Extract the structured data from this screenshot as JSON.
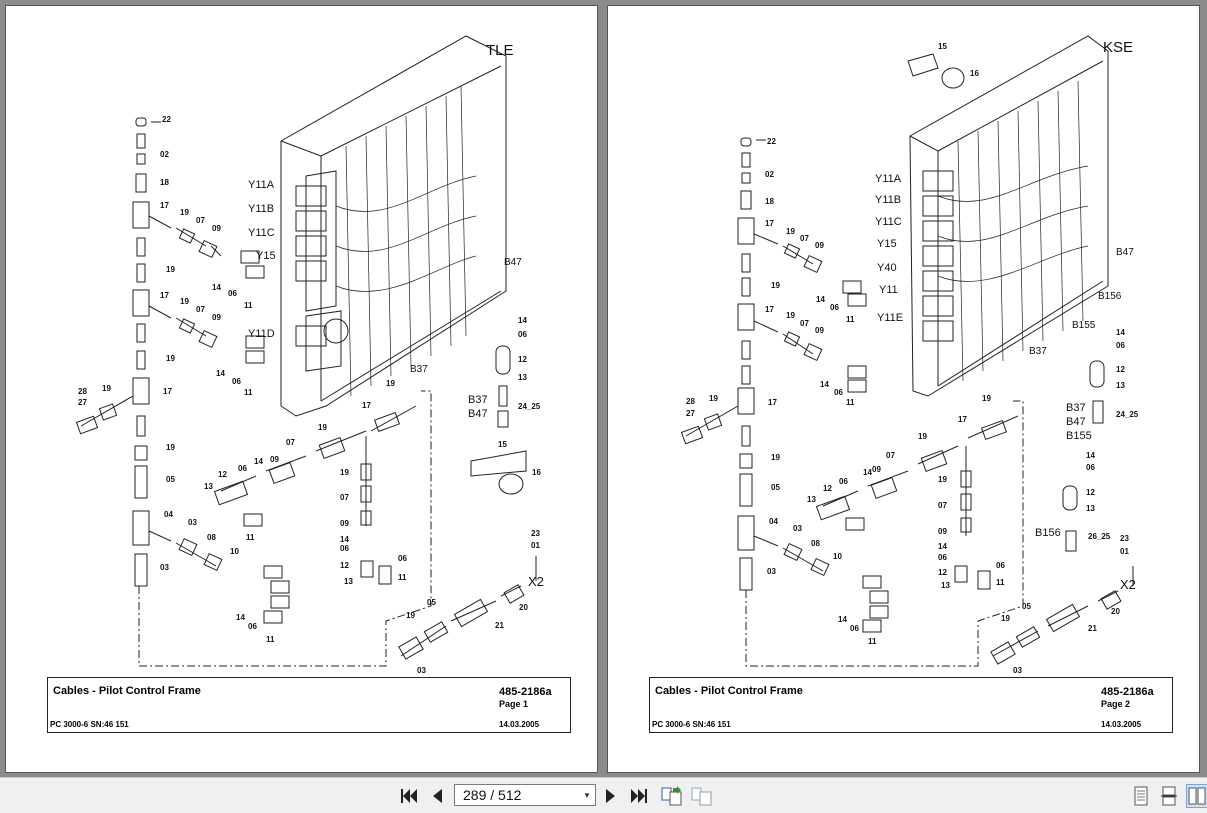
{
  "pages": [
    {
      "frame_label": "TLE",
      "valve_labels": [
        "Y11A",
        "Y11B",
        "Y11C",
        "Y15",
        "Y11D"
      ],
      "sensor_labels": [
        "B47",
        "B37"
      ],
      "callouts": {
        "c22": "22",
        "c02": "02",
        "c18": "18",
        "c17a": "17",
        "c19a": "19",
        "c07a": "07",
        "c09a": "09",
        "c19b": "19",
        "c14a": "14",
        "c06a": "06",
        "c11a": "11",
        "c17b": "17",
        "c19c": "19",
        "c07b": "07",
        "c09b": "09",
        "c19d": "19",
        "c14b": "14",
        "c06b": "06",
        "c11b": "11",
        "c28": "28",
        "c27": "27",
        "c19e": "19",
        "c17c": "17",
        "c19f": "19",
        "c05": "05",
        "c04": "04",
        "c03a": "03",
        "c03b": "03",
        "c08": "08",
        "c10": "10",
        "c14c": "14",
        "c06c": "06",
        "c11c": "11",
        "c12a": "12",
        "c13a": "13",
        "c06d": "06",
        "c14d": "14",
        "c11d": "11",
        "c09c": "09",
        "c07c": "07",
        "c19g": "19",
        "c17d": "17",
        "c19h": "19",
        "c19i": "19",
        "c07d": "07",
        "c09d": "09",
        "c14e": "14",
        "c06e": "06",
        "c12b": "12",
        "c13b": "13",
        "c06f": "06",
        "c11e": "11",
        "c14f": "14",
        "c06g": "06",
        "c12c": "12",
        "c13c": "13",
        "c24_25": "24_25",
        "c15": "15",
        "c16": "16",
        "c23": "23",
        "c01": "01",
        "c19j": "19",
        "c05b": "05",
        "c21": "21",
        "c20": "20",
        "c03c": "03"
      },
      "b37_b47": [
        "B37",
        "B47"
      ],
      "x2_label": "X2",
      "title": "Cables - Pilot Control Frame",
      "doc_number": "485-2186a",
      "page_label": "Page 1",
      "model": "PC 3000-6 SN:46 151",
      "date": "14.03.2005"
    },
    {
      "frame_label": "KSE",
      "valve_labels": [
        "Y11A",
        "Y11B",
        "Y11C",
        "Y15",
        "Y40",
        "Y11",
        "Y11E"
      ],
      "sensor_labels": [
        "B47",
        "B156",
        "B155",
        "B37"
      ],
      "callouts": {
        "c15": "15",
        "c16": "16",
        "c22": "22",
        "c02": "02",
        "c18": "18",
        "c17a": "17",
        "c19a": "19",
        "c07a": "07",
        "c09a": "09",
        "c14a": "14",
        "c06a": "06",
        "c11a": "11",
        "c17b": "17",
        "c19b": "19",
        "c07b": "07",
        "c09b": "09",
        "c14b": "14",
        "c06b": "06",
        "c11b": "11",
        "c19c": "19",
        "c28": "28",
        "c27": "27",
        "c19d": "19",
        "c17c": "17",
        "c19e": "19",
        "c05": "05",
        "c04": "04",
        "c03a": "03",
        "c03b": "03",
        "c08": "08",
        "c10": "10",
        "c14c": "14",
        "c06c": "06",
        "c11c": "11",
        "c12a": "12",
        "c13a": "13",
        "c06d": "06",
        "c14d": "14",
        "c09c": "09",
        "c07c": "07",
        "c19f": "19",
        "c17d": "17",
        "c19g": "19",
        "c19h": "19",
        "c07d": "07",
        "c09d": "09",
        "c14e": "14",
        "c06e": "06",
        "c12b": "12",
        "c13b": "13",
        "c06f": "06",
        "c11e": "11",
        "c14f": "14",
        "c06g": "06",
        "c12c": "12",
        "c13c": "13",
        "c14g": "14",
        "c06h": "06",
        "c12d": "12",
        "c13d": "13",
        "c24_25": "24_25",
        "c26_25": "26_25",
        "c23": "23",
        "c01": "01",
        "c19i": "19",
        "c05b": "05",
        "c21": "21",
        "c20": "20",
        "c03c": "03"
      },
      "b_stack": [
        "B37",
        "B47",
        "B155"
      ],
      "b156_lower": "B156",
      "x2_label": "X2",
      "title": "Cables - Pilot Control Frame",
      "doc_number": "485-2186a",
      "page_label": "Page 2",
      "model": "PC 3000-6 SN:46 151",
      "date": "14.03.2005"
    }
  ],
  "toolbar": {
    "page_indicator": "289 / 512",
    "icons": [
      "first-page-icon",
      "prev-page-icon",
      "next-page-icon",
      "last-page-icon",
      "continuous-view-icon",
      "single-view-icon",
      "single-page-icon",
      "scroll-page-icon",
      "two-page-icon"
    ]
  }
}
